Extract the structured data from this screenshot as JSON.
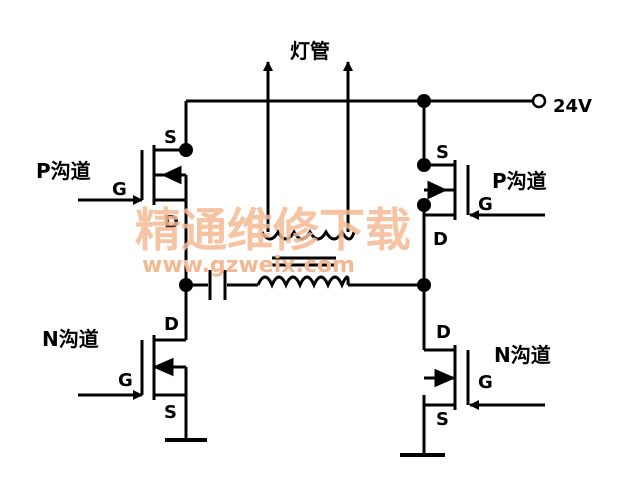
{
  "diagram": {
    "lamp_label": "灯管",
    "supply_label": "24V",
    "top_left": {
      "channel": "P沟道",
      "gate": "G",
      "source": "S",
      "drain": "D"
    },
    "top_right": {
      "channel": "P沟道",
      "gate": "G",
      "source": "S",
      "drain": "D"
    },
    "bottom_left": {
      "channel": "N沟道",
      "gate": "G",
      "source": "S",
      "drain": "D"
    },
    "bottom_right": {
      "channel": "N沟道",
      "gate": "G",
      "source": "S",
      "drain": "D"
    }
  },
  "watermark": {
    "title": "精通维修下载",
    "url": "www.gzweix.com",
    "color": "#f4b993"
  },
  "colors": {
    "line": "#000000",
    "background": "#ffffff"
  }
}
